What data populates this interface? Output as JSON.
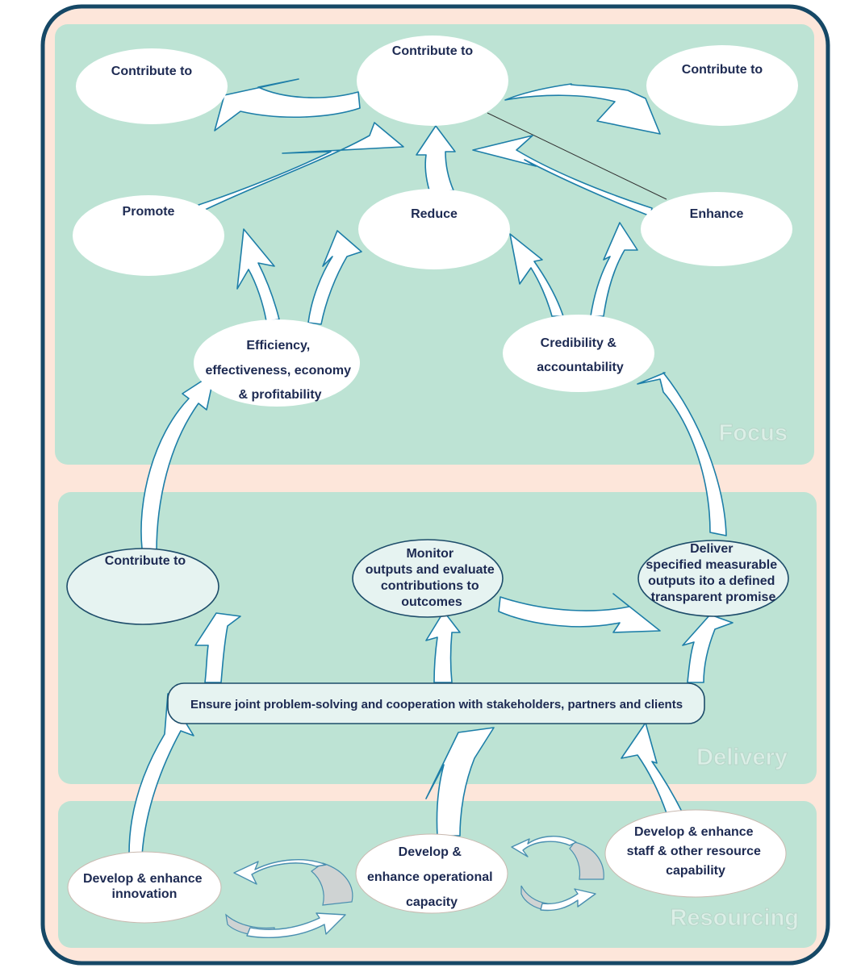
{
  "colors": {
    "outer_fill": "#fde6da",
    "outer_border": "#164866",
    "zone_fill": "#bde3d4",
    "node_white": "#ffffff",
    "node_tint": "#e6f3f1",
    "node_text": "#1d2a52",
    "arrow_stroke": "#1d7ea8"
  },
  "zones": {
    "focus": "Focus",
    "delivery": "Delivery",
    "resourcing": "Resourcing"
  },
  "nodes": {
    "top_left": [
      "Contribute to"
    ],
    "top_center": [
      "Contribute to"
    ],
    "top_right": [
      "Contribute to"
    ],
    "promote": [
      "Promote"
    ],
    "reduce": [
      "Reduce"
    ],
    "enhance": [
      "Enhance"
    ],
    "efficiency": [
      "Efficiency,",
      "effectiveness,  economy",
      "& profitability"
    ],
    "credibility": [
      "Credibility &",
      "accountability"
    ],
    "delivery_contribute": [
      "Contribute to"
    ],
    "monitor": [
      "Monitor",
      "outputs and evaluate",
      "contributions to",
      "outcomes"
    ],
    "deliver": [
      "Deliver",
      "specified measurable",
      "outputs ito a defined",
      "transparent promise"
    ],
    "ensure_bar": [
      "Ensure joint problem-solving and cooperation with stakeholders, partners and clients"
    ],
    "innovation": [
      "Develop & enhance",
      "innovation"
    ],
    "operational": [
      "Develop &",
      "enhance operational",
      "capacity"
    ],
    "staff": [
      "Develop & enhance",
      "staff & other resource",
      "capability"
    ]
  }
}
